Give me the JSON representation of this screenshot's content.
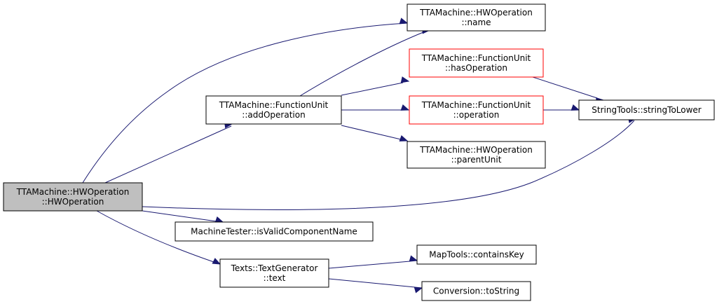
{
  "colors": {
    "edge": "#191970",
    "root_fill": "#bfbfbf",
    "default_border": "#000000",
    "truncated_border": "#ff0000"
  },
  "nodes": [
    {
      "id": "hwop_ctor",
      "lines": [
        "TTAMachine::HWOperation",
        "::HWOperation"
      ],
      "style": "root"
    },
    {
      "id": "hwop_name",
      "lines": [
        "TTAMachine::HWOperation",
        "::name"
      ],
      "style": "normal"
    },
    {
      "id": "fu_addop",
      "lines": [
        "TTAMachine::FunctionUnit",
        "::addOperation"
      ],
      "style": "normal"
    },
    {
      "id": "fu_hasop",
      "lines": [
        "TTAMachine::FunctionUnit",
        "::hasOperation"
      ],
      "style": "red"
    },
    {
      "id": "fu_op",
      "lines": [
        "TTAMachine::FunctionUnit",
        "::operation"
      ],
      "style": "red"
    },
    {
      "id": "hwop_parent",
      "lines": [
        "TTAMachine::HWOperation",
        "::parentUnit"
      ],
      "style": "normal"
    },
    {
      "id": "str_lower",
      "lines": [
        "StringTools::stringToLower"
      ],
      "style": "normal"
    },
    {
      "id": "mt_valid",
      "lines": [
        "MachineTester::isValidComponentName"
      ],
      "style": "normal"
    },
    {
      "id": "tg_text",
      "lines": [
        "Texts::TextGenerator",
        "::text"
      ],
      "style": "normal"
    },
    {
      "id": "map_contains",
      "lines": [
        "MapTools::containsKey"
      ],
      "style": "normal"
    },
    {
      "id": "conv_tostr",
      "lines": [
        "Conversion::toString"
      ],
      "style": "normal"
    }
  ],
  "edges": [
    {
      "from": "hwop_ctor",
      "to": "hwop_name"
    },
    {
      "from": "hwop_ctor",
      "to": "fu_addop"
    },
    {
      "from": "hwop_ctor",
      "to": "str_lower"
    },
    {
      "from": "hwop_ctor",
      "to": "mt_valid"
    },
    {
      "from": "hwop_ctor",
      "to": "tg_text"
    },
    {
      "from": "fu_addop",
      "to": "hwop_name"
    },
    {
      "from": "fu_addop",
      "to": "fu_hasop"
    },
    {
      "from": "fu_addop",
      "to": "fu_op"
    },
    {
      "from": "fu_addop",
      "to": "hwop_parent"
    },
    {
      "from": "fu_hasop",
      "to": "str_lower"
    },
    {
      "from": "fu_op",
      "to": "str_lower"
    },
    {
      "from": "tg_text",
      "to": "map_contains"
    },
    {
      "from": "tg_text",
      "to": "conv_tostr"
    }
  ]
}
